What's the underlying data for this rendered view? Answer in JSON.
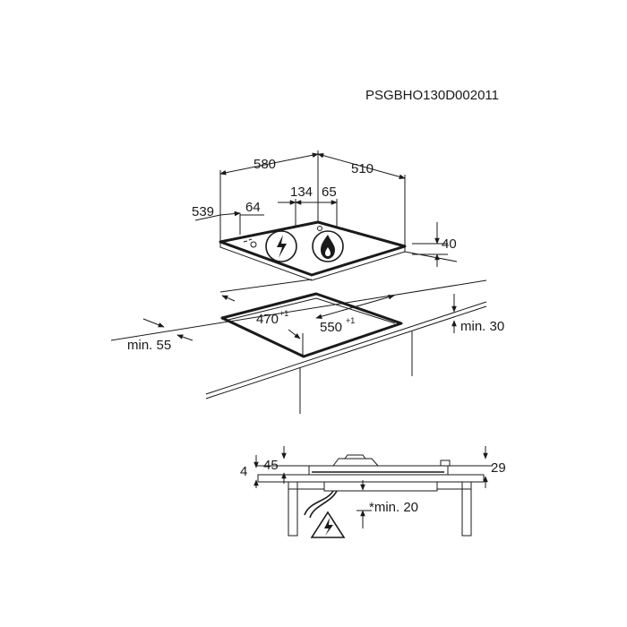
{
  "drawing_code": "PSGBHO130D002011",
  "hob": {
    "width": "580",
    "depth": "510",
    "side_depth": "539",
    "connection_offset": "64",
    "gas_inlet_a": "134",
    "gas_inlet_b": "65",
    "height": "40"
  },
  "cutout": {
    "depth": "470",
    "depth_tolerance": "+1",
    "width": "550",
    "width_tolerance": "+1",
    "min_front": "min. 55",
    "min_back": "min. 30"
  },
  "section": {
    "left_gap": "4",
    "left_depth": "45",
    "right_height": "29",
    "min_below": "*min. 20"
  },
  "icons": [
    "electric-warning-icon",
    "gas-flame-icon",
    "electric-warning-icon"
  ],
  "colors": {
    "line": "#1a1a1a",
    "background": "#ffffff"
  }
}
